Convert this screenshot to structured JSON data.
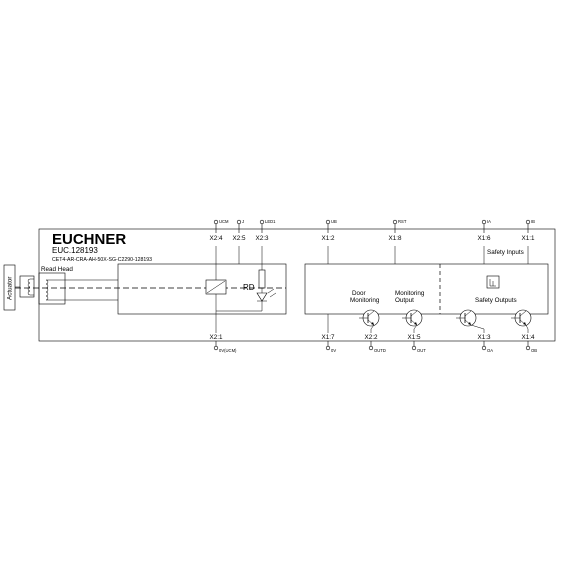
{
  "device": {
    "brand": "EUCHNER",
    "order_number": "EUC.128193",
    "type_code": "CET4-AR-CRA-AH-50X-SG-C2290-128193"
  },
  "actuator": {
    "label": "Actuator"
  },
  "read_head": {
    "label": "Read Head"
  },
  "relay_module": {
    "led_label": "RD",
    "top_pins": [
      {
        "pin": "X2:4",
        "signal": "UCM"
      },
      {
        "pin": "X2:5",
        "signal": "J"
      },
      {
        "pin": "X2:3",
        "signal": "LED1"
      }
    ],
    "bottom_pins": [
      {
        "pin": "X2:1",
        "signal": "0V(UCM)"
      }
    ]
  },
  "logic_module": {
    "safety_inputs_label": "Safety Inputs",
    "safety_outputs_label": "Safety Outputs",
    "door_monitoring_label": [
      "Door",
      "Monitoring"
    ],
    "monitoring_output_label": [
      "Monitoring",
      "Output"
    ],
    "top_pins": [
      {
        "pin": "X1:2",
        "signal": "UB"
      },
      {
        "pin": "X1:8",
        "signal": "RST"
      },
      {
        "pin": "X1:6",
        "signal": "IA"
      },
      {
        "pin": "X1:1",
        "signal": "IB"
      }
    ],
    "bottom_pins": [
      {
        "pin": "X1:7",
        "signal": "0V"
      },
      {
        "pin": "X2:2",
        "signal": "OUTD"
      },
      {
        "pin": "X1:5",
        "signal": "OUT"
      },
      {
        "pin": "X1:3",
        "signal": "OA"
      },
      {
        "pin": "X1:4",
        "signal": "OB"
      }
    ]
  }
}
